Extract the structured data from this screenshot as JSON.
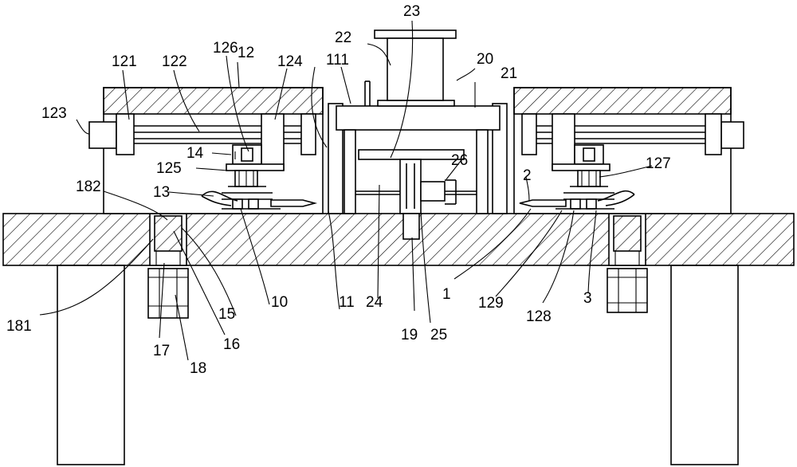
{
  "labels": {
    "l1": "1",
    "l2": "2",
    "l3": "3",
    "l10": "10",
    "l11": "11",
    "l111": "111",
    "l12": "12",
    "l121": "121",
    "l122": "122",
    "l123": "123",
    "l124": "124",
    "l125": "125",
    "l126": "126",
    "l127": "127",
    "l128": "128",
    "l129": "129",
    "l13": "13",
    "l14": "14",
    "l15": "15",
    "l16": "16",
    "l17": "17",
    "l18": "18",
    "l181": "181",
    "l182": "182",
    "l19": "19",
    "l20": "20",
    "l21": "21",
    "l22": "22",
    "l23": "23",
    "l24": "24",
    "l25": "25",
    "l26": "26"
  }
}
